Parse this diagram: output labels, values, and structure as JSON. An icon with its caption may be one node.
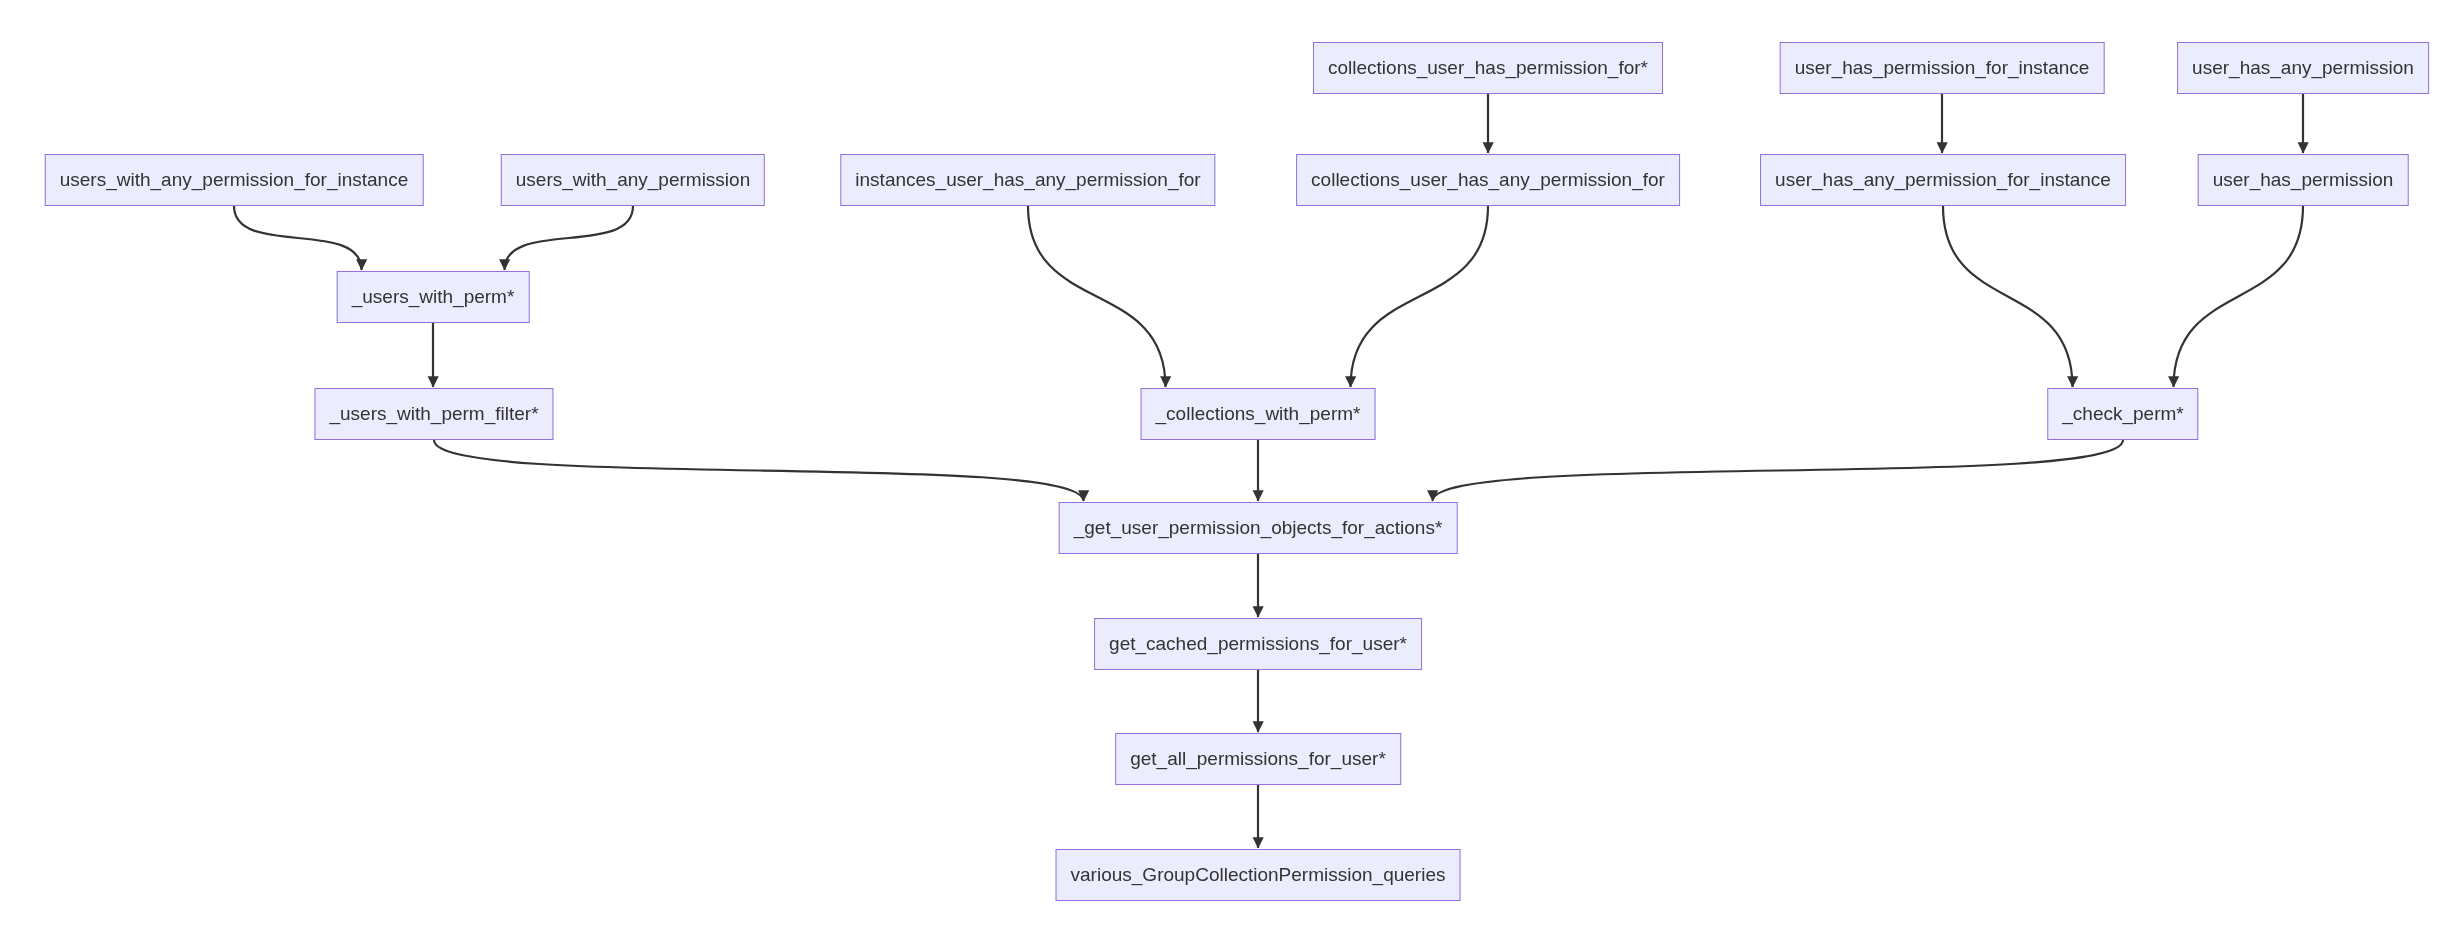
{
  "diagram": {
    "nodes": [
      {
        "text": [
          "collections_user_has_permission_for*"
        ]
      },
      {
        "text": [
          "user_has_permission_for_instance"
        ]
      },
      {
        "text": [
          "user_has_any_permission"
        ]
      },
      {
        "text": [
          "users_with_any_permission_for_instance"
        ]
      },
      {
        "text": [
          "users_with_any_permission"
        ]
      },
      {
        "text": [
          "instances_user_has_any_permission_for"
        ]
      },
      {
        "text": [
          "collections_user_has_any_permission_for"
        ]
      },
      {
        "text": [
          "user_has_any_permission_for_instance"
        ]
      },
      {
        "text": [
          "user_has_permission"
        ]
      },
      {
        "text": [
          "_users_with_perm*"
        ]
      },
      {
        "text": [
          "_users_with_perm_filter*"
        ]
      },
      {
        "text": [
          "_collections_with_perm*"
        ]
      },
      {
        "text": [
          "_check_perm*"
        ]
      },
      {
        "text": [
          "_get_user_permission_objects_for_actions*"
        ]
      },
      {
        "text": [
          "get_cached_permissions_for_user*"
        ]
      },
      {
        "text": [
          "get_all_permissions_for_user*"
        ]
      },
      {
        "text": [
          "various_GroupCollectionPermission_queries"
        ]
      }
    ],
    "edges": [
      {
        "from": 3,
        "to": 9,
        "arrow": "to"
      },
      {
        "from": 4,
        "to": 9,
        "arrow": "to"
      },
      {
        "from": 9,
        "to": 10,
        "arrow": "to"
      },
      {
        "from": 0,
        "to": 6,
        "arrow": "to"
      },
      {
        "from": 5,
        "to": 11,
        "arrow": "to"
      },
      {
        "from": 6,
        "to": 11,
        "arrow": "to"
      },
      {
        "from": 1,
        "to": 7,
        "arrow": "to"
      },
      {
        "from": 2,
        "to": 8,
        "arrow": "to"
      },
      {
        "from": 7,
        "to": 12,
        "arrow": "to"
      },
      {
        "from": 8,
        "to": 12,
        "arrow": "to"
      },
      {
        "from": 10,
        "to": 13,
        "arrow": "to"
      },
      {
        "from": 11,
        "to": 13,
        "arrow": "to"
      },
      {
        "from": 12,
        "to": 13,
        "arrow": "to"
      },
      {
        "from": 13,
        "to": 14,
        "arrow": "to"
      },
      {
        "from": 14,
        "to": 15,
        "arrow": "to"
      },
      {
        "from": 15,
        "to": 16,
        "arrow": "to"
      }
    ]
  }
}
